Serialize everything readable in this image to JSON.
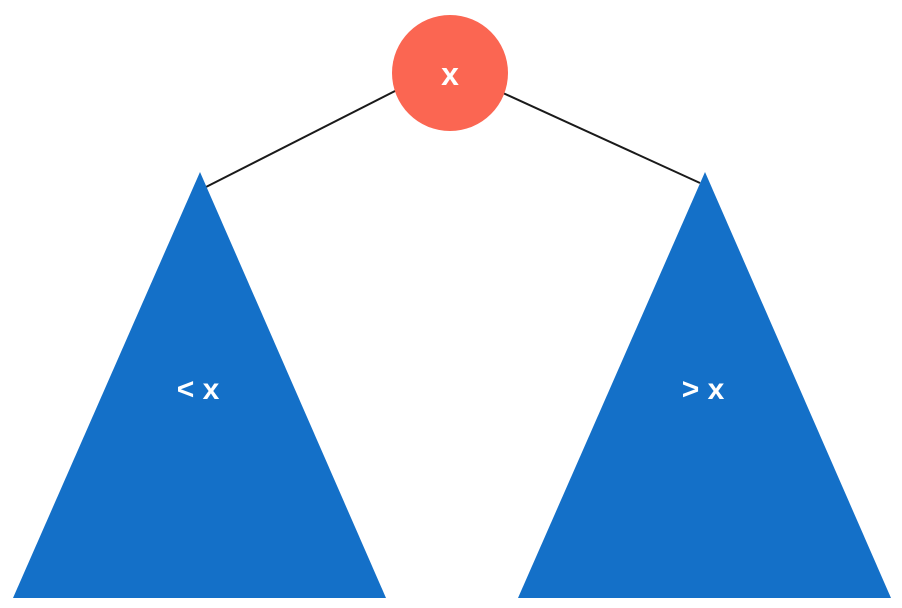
{
  "diagram": {
    "root": {
      "label": "x",
      "color": "#fb6652"
    },
    "left_subtree": {
      "label": "< x",
      "color": "#1470c8"
    },
    "right_subtree": {
      "label": "> x",
      "color": "#1470c8"
    },
    "edge_color": "#1a1a1a"
  }
}
